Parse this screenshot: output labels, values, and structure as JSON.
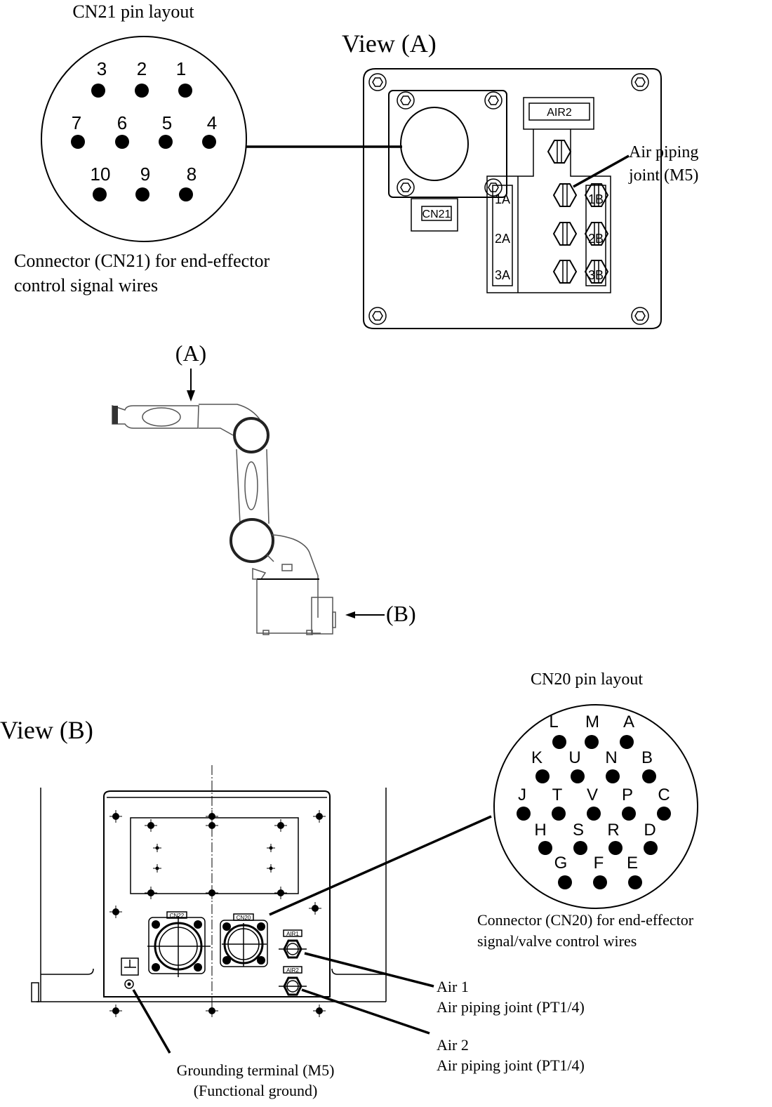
{
  "cn21": {
    "title": "CN21 pin layout",
    "caption_line1": "Connector (CN21) for end-effector",
    "caption_line2": "control signal wires",
    "pins": [
      {
        "label": "3"
      },
      {
        "label": "2"
      },
      {
        "label": "1"
      },
      {
        "label": "7"
      },
      {
        "label": "6"
      },
      {
        "label": "5"
      },
      {
        "label": "4"
      },
      {
        "label": "10"
      },
      {
        "label": "9"
      },
      {
        "label": "8"
      }
    ]
  },
  "view_a": {
    "title": "View (A)",
    "connector_label": "CN21",
    "air_label": "AIR2",
    "port_labels_left": [
      "1A",
      "2A",
      "3A"
    ],
    "port_labels_right": [
      "1B",
      "2B",
      "3B"
    ],
    "callout_line1": "Air piping",
    "callout_line2": "joint (M5)"
  },
  "robot": {
    "arrow_a_label": "(A)",
    "arrow_b_label": "(B)"
  },
  "view_b": {
    "title": "View (B)",
    "cn22_label": "CN22",
    "cn20_label": "CN20",
    "air1_tag": "AIR1",
    "air2_tag": "AIR2",
    "air1_line1": "Air 1",
    "air1_line2": "Air piping joint (PT1/4)",
    "air2_line1": "Air 2",
    "air2_line2": "Air piping joint (PT1/4)",
    "ground_line1": "Grounding terminal (M5)",
    "ground_line2": "(Functional ground)"
  },
  "cn20": {
    "title": "CN20 pin layout",
    "caption_line1": "Connector (CN20) for end-effector",
    "caption_line2": "signal/valve control wires",
    "pins": [
      {
        "label": "L"
      },
      {
        "label": "M"
      },
      {
        "label": "A"
      },
      {
        "label": "K"
      },
      {
        "label": "U"
      },
      {
        "label": "N"
      },
      {
        "label": "B"
      },
      {
        "label": "J"
      },
      {
        "label": "T"
      },
      {
        "label": "V"
      },
      {
        "label": "P"
      },
      {
        "label": "C"
      },
      {
        "label": "H"
      },
      {
        "label": "S"
      },
      {
        "label": "R"
      },
      {
        "label": "D"
      },
      {
        "label": "G"
      },
      {
        "label": "F"
      },
      {
        "label": "E"
      }
    ]
  }
}
